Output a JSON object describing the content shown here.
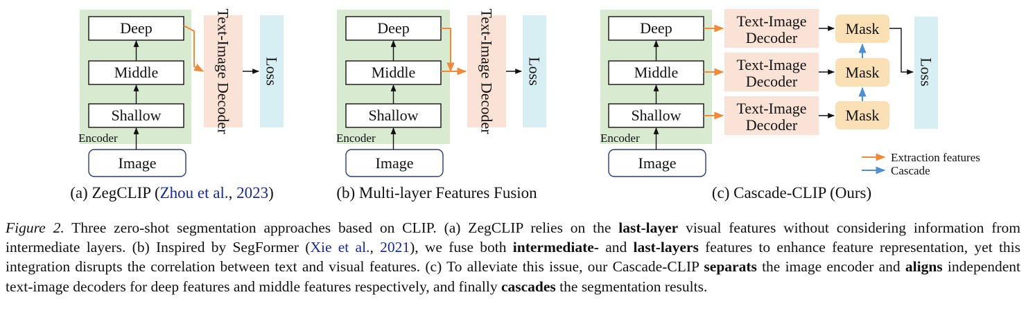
{
  "colors": {
    "encoder_bg": "#d8ead0",
    "decoder_bg": "#fbe2d6",
    "loss_bg": "#d7eff3",
    "mask_bg": "#fbe0b5",
    "extraction_arrow": "#ee8a3a",
    "cascade_arrow": "#4d8fd0",
    "citation": "#1a2a8a"
  },
  "panel_a": {
    "deep": "Deep",
    "middle": "Middle",
    "shallow": "Shallow",
    "encoder": "Encoder",
    "image": "Image",
    "decoder": "Text-Image Decoder",
    "loss": "Loss",
    "caption_prefix": "(a) ZegCLIP (",
    "caption_cite_author": "Zhou et al.",
    "caption_sep": ", ",
    "caption_cite_year": "2023",
    "caption_suffix": ")"
  },
  "panel_b": {
    "deep": "Deep",
    "middle": "Middle",
    "shallow": "Shallow",
    "encoder": "Encoder",
    "image": "Image",
    "decoder": "Text-Image Decoder",
    "loss": "Loss",
    "caption": "(b) Multi-layer Features Fusion"
  },
  "panel_c": {
    "deep": "Deep",
    "middle": "Middle",
    "shallow": "Shallow",
    "encoder": "Encoder",
    "image": "Image",
    "decoder_line1": "Text-Image",
    "decoder_line2": "Decoder",
    "mask": "Mask",
    "loss": "Loss",
    "caption": "(c) Cascade-CLIP (Ours)"
  },
  "legend": {
    "extraction": "Extraction features",
    "cascade": "Cascade"
  },
  "figure_caption": {
    "label": "Figure 2.",
    "s1": " Three zero-shot segmentation approaches based on CLIP. (a) ZegCLIP relies on the ",
    "b1": "last-layer",
    "s2": " visual features without considering information from intermediate layers. (b) Inspired by SegFormer (",
    "cite_author": "Xie et al.",
    "cite_sep": ", ",
    "cite_year": "2021",
    "s3": "), we fuse both ",
    "b2": "intermediate-",
    "s4": " and ",
    "b3": "last-layers",
    "s5": " features to enhance feature representation, yet this integration disrupts the correlation between text and visual features. (c) To alleviate this issue, our Cascade-CLIP ",
    "b4": "separats",
    "s6": " the image encoder and ",
    "b5": "aligns",
    "s7": " independent text-image decoders for deep features and middle features respectively, and finally ",
    "b6": "cascades",
    "s8": " the segmentation results."
  }
}
